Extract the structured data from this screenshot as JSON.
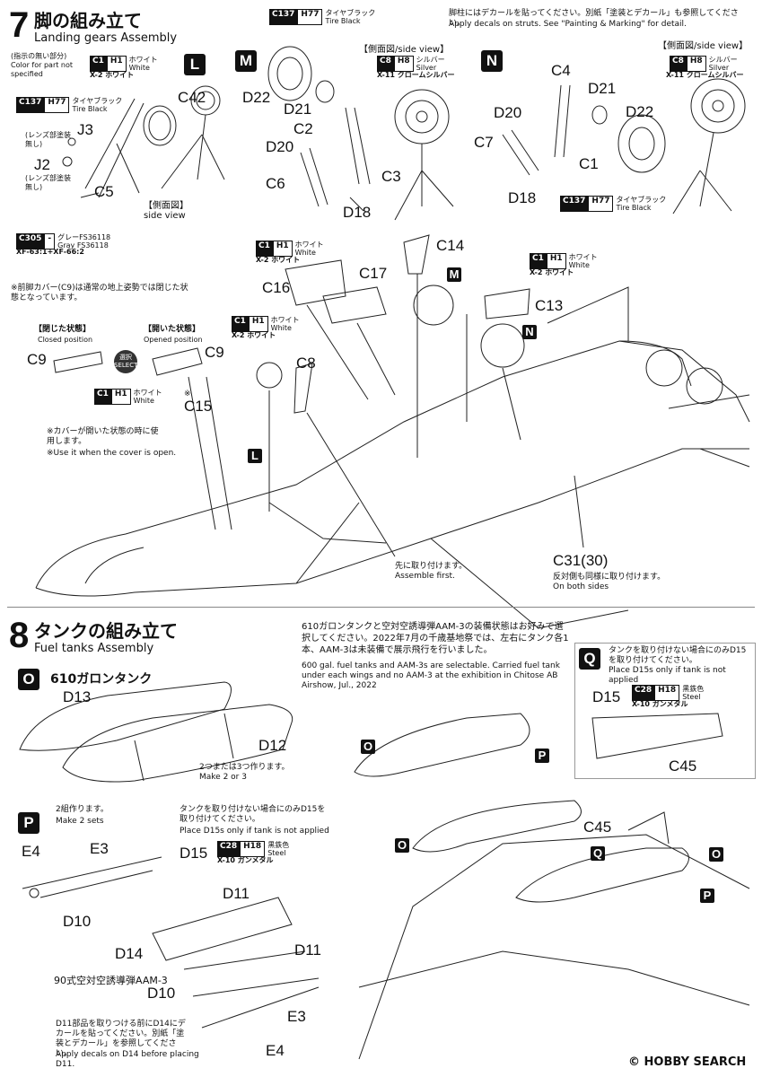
{
  "step7": {
    "number": "7",
    "title_jp": "脚の組み立て",
    "title_en": "Landing gears Assembly",
    "strut_note_jp": "脚柱にはデカールを貼ってください。別紙「塗装とデカール」も参照してください。",
    "strut_note_en": "Apply decals on struts. See \"Painting & Marking\" for detail.",
    "unspecified_jp": "(指示の無い部分)",
    "unspecified_en": "Color for part not specified",
    "paint_c1": {
      "code": "C1",
      "code2": "H1",
      "jp": "ホワイト",
      "en": "White",
      "sub": "X-2 ホワイト"
    },
    "paint_c137": {
      "code": "C137",
      "code2": "H77",
      "jp": "タイヤブラック",
      "en": "Tire Black"
    },
    "paint_c8": {
      "code": "C8",
      "code2": "H8",
      "jp": "シルバー",
      "en": "Silver",
      "sub": "X-11 クロームシルバー"
    },
    "paint_c305": {
      "code": "C305",
      "code2": "-",
      "jp": "グレーFS36118",
      "en": "Gray FS36118",
      "sub": "XF-63:1+XF-66:2"
    },
    "side_view_jp": "【側面図/side view】",
    "side_view_short_jp": "【側面図】",
    "side_view_en": "side view",
    "lens_note": "(レンズ部塗装無し)",
    "badge_L": "L",
    "badge_M": "M",
    "badge_N": "N",
    "parts": {
      "C42": "C42",
      "J3": "J3",
      "J2": "J2",
      "C5": "C5",
      "D22": "D22",
      "D21": "D21",
      "C2": "C2",
      "D20": "D20",
      "C6": "C6",
      "C3": "C3",
      "D18": "D18",
      "C4": "C4",
      "C7": "C7",
      "C1": "C1",
      "C14": "C14",
      "C17": "C17",
      "C16": "C16",
      "C13": "C13",
      "C9": "C9",
      "C15": "C15",
      "C8": "C8",
      "C31": "C31(30)"
    },
    "front_cover_note_jp": "※前脚カバー(C9)は通常の地上姿勢では閉じた状態となっています。",
    "closed_jp": "【閉じた状態】",
    "closed_en": "Closed position",
    "opened_jp": "【開いた状態】",
    "opened_en": "Opened position",
    "select_jp": "選択",
    "select_en": "SELECT",
    "cover_open_jp": "※カバーが開いた状態の時に使用します。",
    "cover_open_en": "※Use it when the cover is open.",
    "mark_asterisk": "※",
    "assemble_first_jp": "先に取り付けます。",
    "assemble_first_en": "Assemble first.",
    "both_sides_jp": "反対側も同様に取り付けます。",
    "both_sides_en": "On both sides"
  },
  "step8": {
    "number": "8",
    "title_jp": "タンクの組み立て",
    "title_en": "Fuel tanks Assembly",
    "intro_jp": "610ガロンタンクと空対空誘導弾AAM-3の装備状態はお好みで選択してください。2022年7月の千歳基地祭では、左右にタンク各1本、AAM-3は未装備で展示飛行を行いました。",
    "intro_en": "600 gal. fuel tanks and AAM-3s are selectable. Carried fuel tank under each wings and no AAM-3 at the exhibition in Chitose AB Airshow, Jul., 2022",
    "badge_O": "O",
    "badge_P": "P",
    "badge_Q": "Q",
    "tank_label_jp": "610ガロンタンク",
    "make_2_3_jp": "2つまたは3つ作ります。",
    "make_2_3_en": "Make 2 or 3",
    "make_2_sets_jp": "2組作ります。",
    "make_2_sets_en": "Make 2 sets",
    "no_tank_jp": "タンクを取り付けない場合にのみD15を取り付けてください。",
    "no_tank_en": "Place D15s only if tank is not applied",
    "paint_c28": {
      "code": "C28",
      "code2": "H18",
      "jp": "黒鉄色",
      "en": "Steel",
      "sub": "X-10 ガンメタル"
    },
    "aam3_label_jp": "90式空対空誘導弾AAM-3",
    "decal_note_jp": "D11部品を取りつける前にD14にデカールを貼ってください。別紙「塗装とデカール」を参照してください。",
    "decal_note_en": "Apply decals on D14 before placing D11.",
    "parts": {
      "D13": "D13",
      "D12": "D12",
      "E4": "E4",
      "E3": "E3",
      "D15": "D15",
      "D11": "D11",
      "D10": "D10",
      "D14": "D14",
      "C45": "C45"
    }
  },
  "footer": {
    "logo_text": "HOBBY SEARCH",
    "logo_mark": "©"
  }
}
